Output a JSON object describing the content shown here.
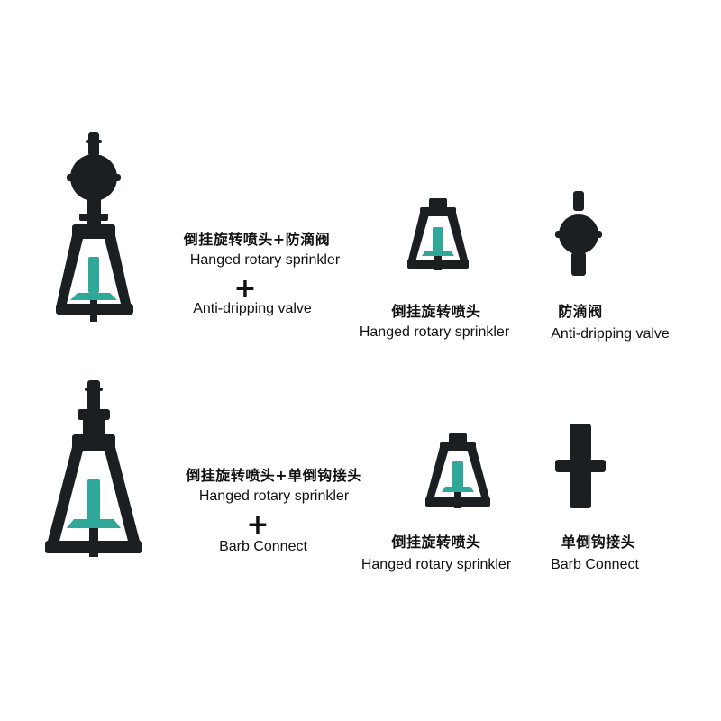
{
  "colors": {
    "body": "#1c1f22",
    "accent": "#2fa89a",
    "background": "#ffffff",
    "text": "#111111"
  },
  "row1": {
    "combo_cn": "倒挂旋转喷头+防滴阀",
    "combo_en": "Hanged rotary sprinkler",
    "plus": "+",
    "combo_en2": "Anti-dripping valve",
    "part1_cn": "倒挂旋转喷头",
    "part1_en": "Hanged rotary sprinkler",
    "part2_cn": "防滴阀",
    "part2_en": "Anti-dripping valve"
  },
  "row2": {
    "combo_cn": "倒挂旋转喷头+单倒钩接头",
    "combo_en": "Hanged rotary sprinkler",
    "plus": "+",
    "combo_en2": "Barb Connect",
    "part1_cn": "倒挂旋转喷头",
    "part1_en": "Hanged rotary sprinkler",
    "part2_cn": "单倒钩接头",
    "part2_en": "Barb Connect"
  }
}
